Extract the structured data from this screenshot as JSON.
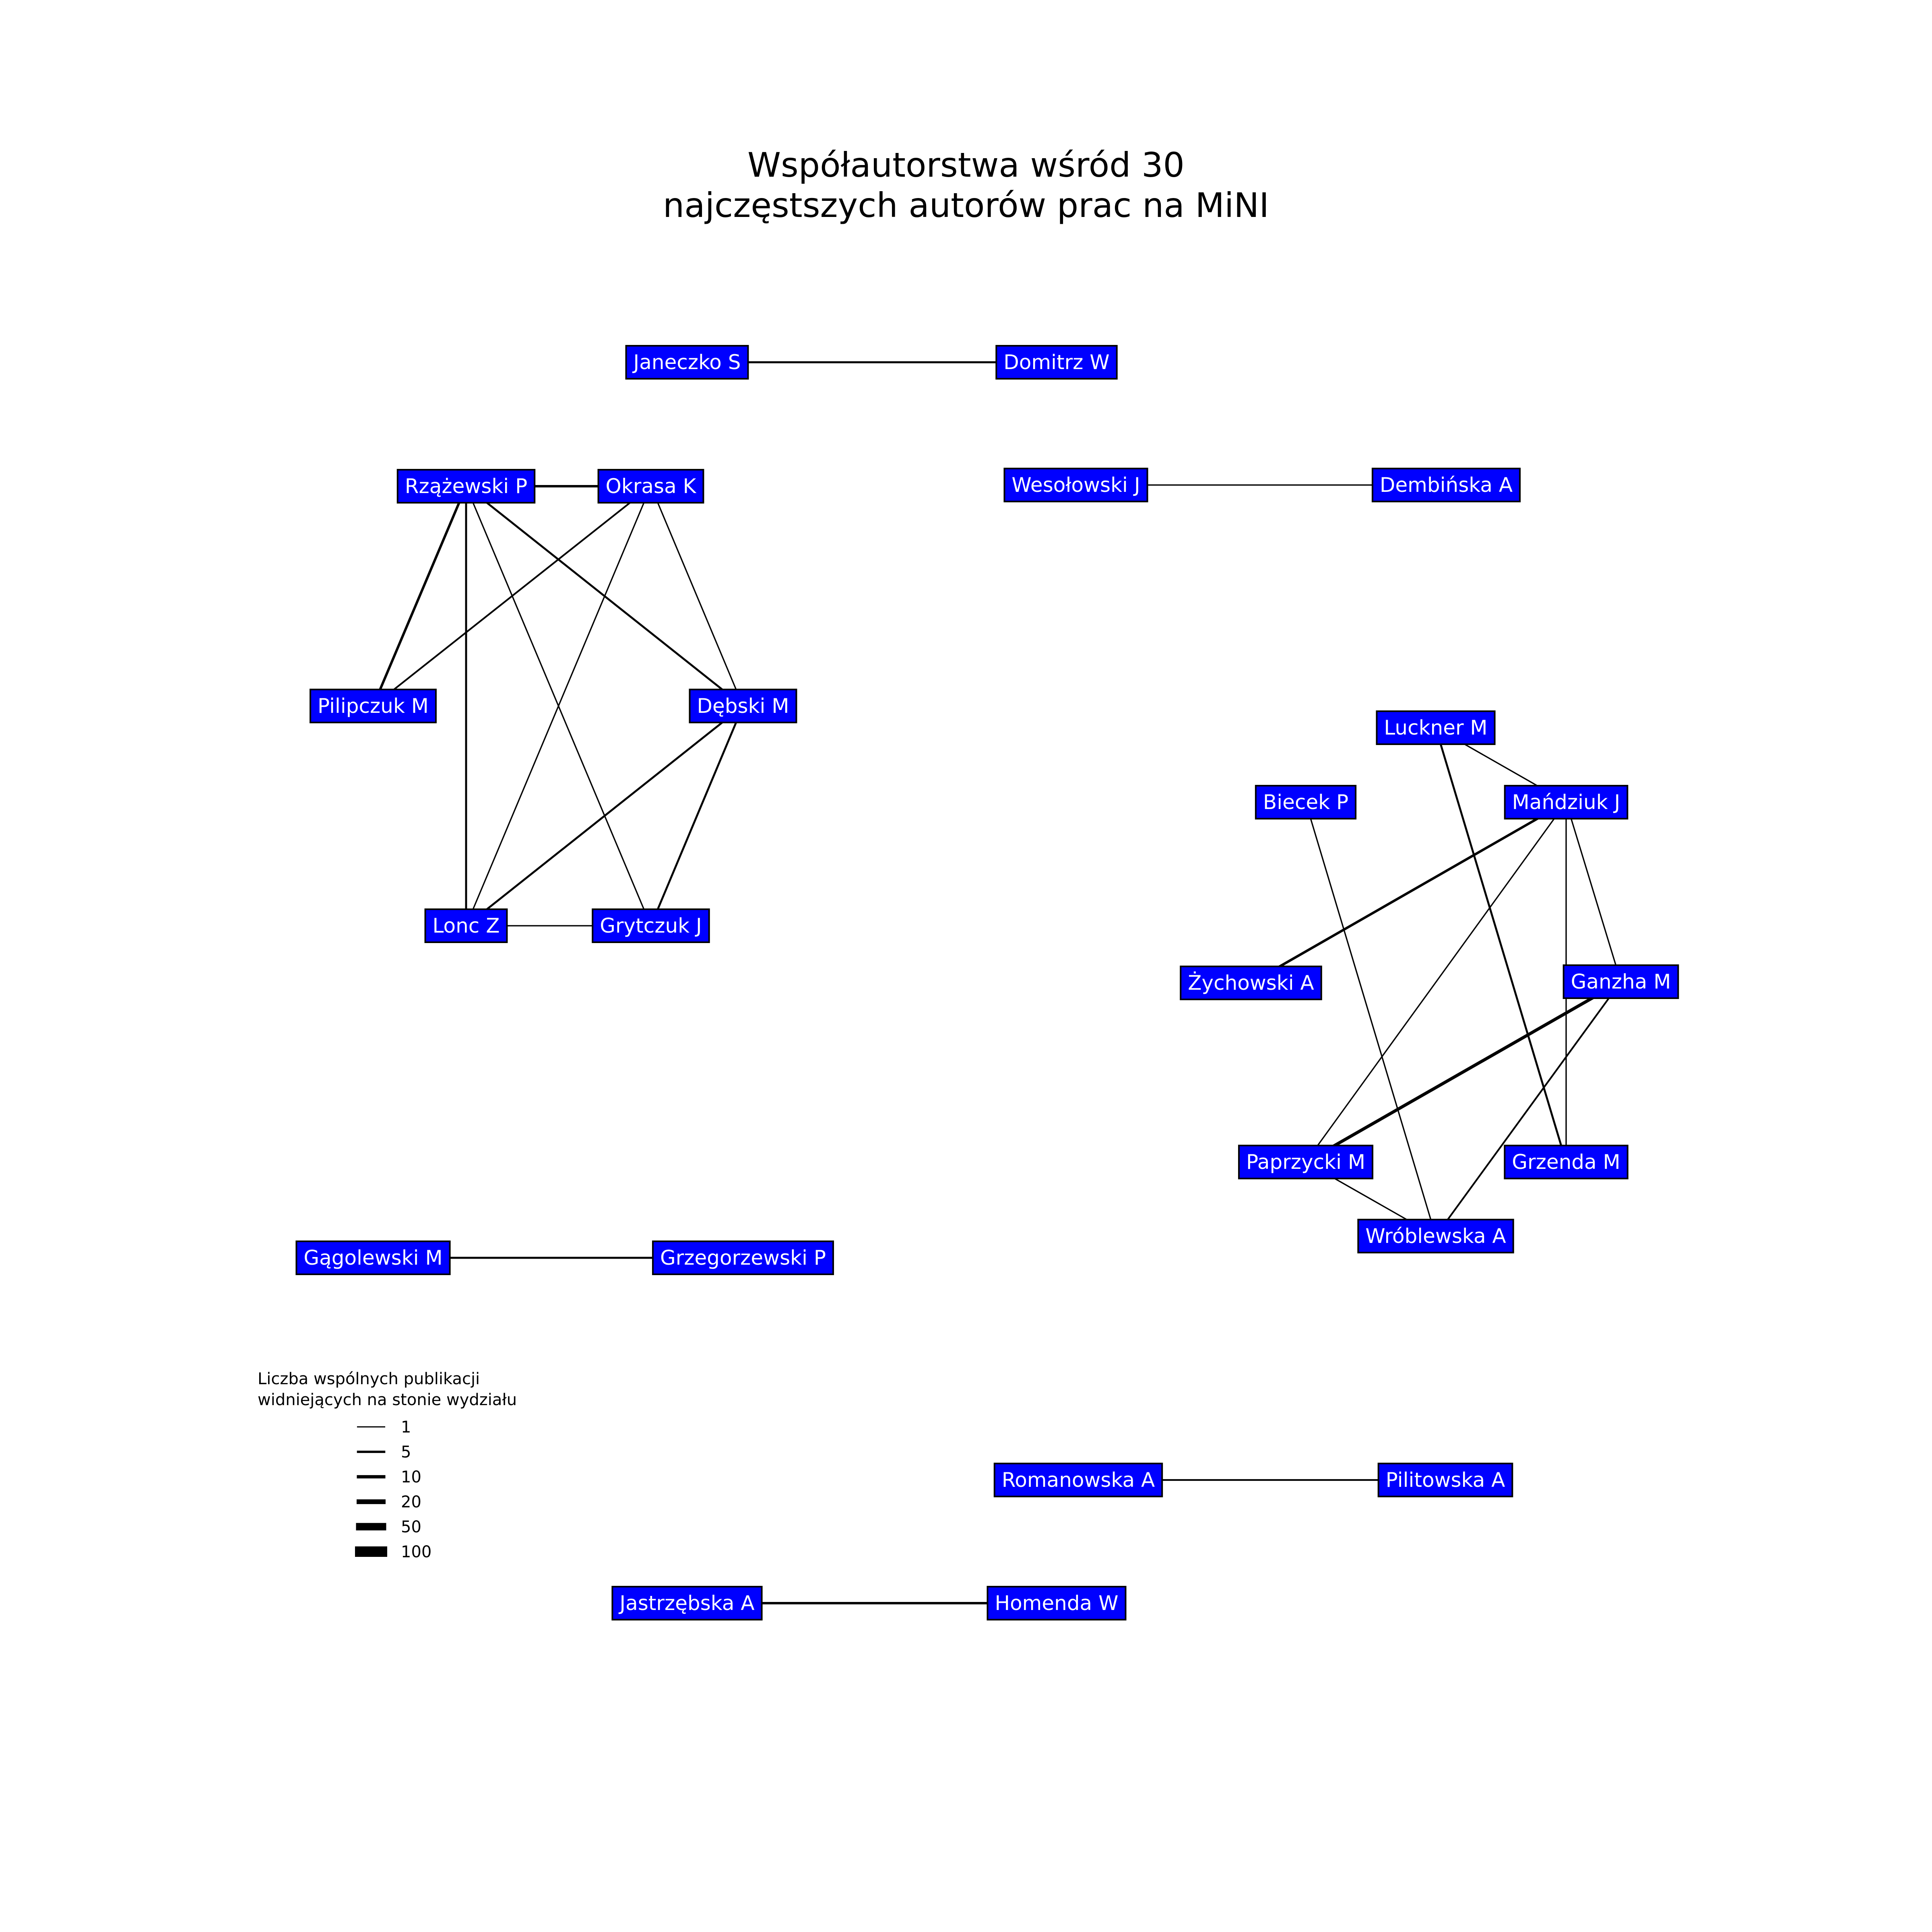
{
  "title": {
    "line1": "Współautorstwa wśród 30",
    "line2": "najczęstszych autorów prac na MiNI"
  },
  "colors": {
    "node_fill": "#0000ff",
    "node_border": "#000000",
    "node_text": "#ffffff",
    "edge": "#000000"
  },
  "legend": {
    "title_line1": "Liczba wspólnych publikacji",
    "title_line2": "widniejących na stonie wydziału",
    "entries": [
      {
        "label": "1",
        "weight": 1
      },
      {
        "label": "5",
        "weight": 5
      },
      {
        "label": "10",
        "weight": 10
      },
      {
        "label": "20",
        "weight": 20
      },
      {
        "label": "50",
        "weight": 50
      },
      {
        "label": "100",
        "weight": 100
      }
    ]
  },
  "nodes": [
    {
      "id": "janeczko",
      "label": "Janeczko S"
    },
    {
      "id": "domitrz",
      "label": "Domitrz W"
    },
    {
      "id": "wesolowski",
      "label": "Wesołowski J"
    },
    {
      "id": "dembinska",
      "label": "Dembińska A"
    },
    {
      "id": "rzazewski",
      "label": "Rzążewski P"
    },
    {
      "id": "okrasa",
      "label": "Okrasa K"
    },
    {
      "id": "pilipczuk",
      "label": "Pilipczuk M"
    },
    {
      "id": "debski",
      "label": "Dębski M"
    },
    {
      "id": "lonc",
      "label": "Lonc Z"
    },
    {
      "id": "grytczuk",
      "label": "Grytczuk J"
    },
    {
      "id": "luckner",
      "label": "Luckner M"
    },
    {
      "id": "biecek",
      "label": "Biecek P"
    },
    {
      "id": "mandziuk",
      "label": "Mańdziuk J"
    },
    {
      "id": "zychowski",
      "label": "Żychowski A"
    },
    {
      "id": "ganzha",
      "label": "Ganzha M"
    },
    {
      "id": "paprzycki",
      "label": "Paprzycki M"
    },
    {
      "id": "grzenda",
      "label": "Grzenda M"
    },
    {
      "id": "wroblewska",
      "label": "Wróblewska A"
    },
    {
      "id": "gagolewski",
      "label": "Gągolewski M"
    },
    {
      "id": "grzegorzewski",
      "label": "Grzegorzewski P"
    },
    {
      "id": "romanowska",
      "label": "Romanowska A"
    },
    {
      "id": "pilitowska",
      "label": "Pilitowska A"
    },
    {
      "id": "jastrzebska",
      "label": "Jastrzębska A"
    },
    {
      "id": "homenda",
      "label": "Homenda W"
    }
  ],
  "edges": [
    {
      "source": "janeczko",
      "target": "domitrz",
      "weight": 5
    },
    {
      "source": "wesolowski",
      "target": "dembinska",
      "weight": 1
    },
    {
      "source": "rzazewski",
      "target": "okrasa",
      "weight": 10
    },
    {
      "source": "rzazewski",
      "target": "pilipczuk",
      "weight": 10
    },
    {
      "source": "rzazewski",
      "target": "lonc",
      "weight": 5
    },
    {
      "source": "rzazewski",
      "target": "grytczuk",
      "weight": 1
    },
    {
      "source": "rzazewski",
      "target": "debski",
      "weight": 5
    },
    {
      "source": "okrasa",
      "target": "pilipczuk",
      "weight": 3
    },
    {
      "source": "okrasa",
      "target": "lonc",
      "weight": 1
    },
    {
      "source": "okrasa",
      "target": "debski",
      "weight": 1
    },
    {
      "source": "debski",
      "target": "lonc",
      "weight": 5
    },
    {
      "source": "debski",
      "target": "grytczuk",
      "weight": 5
    },
    {
      "source": "lonc",
      "target": "grytczuk",
      "weight": 1
    },
    {
      "source": "luckner",
      "target": "mandziuk",
      "weight": 1
    },
    {
      "source": "luckner",
      "target": "grzenda",
      "weight": 5
    },
    {
      "source": "biecek",
      "target": "wroblewska",
      "weight": 1
    },
    {
      "source": "mandziuk",
      "target": "zychowski",
      "weight": 10
    },
    {
      "source": "mandziuk",
      "target": "paprzycki",
      "weight": 1
    },
    {
      "source": "mandziuk",
      "target": "grzenda",
      "weight": 1
    },
    {
      "source": "mandziuk",
      "target": "ganzha",
      "weight": 1
    },
    {
      "source": "ganzha",
      "target": "paprzycki",
      "weight": 20
    },
    {
      "source": "ganzha",
      "target": "wroblewska",
      "weight": 3
    },
    {
      "source": "paprzycki",
      "target": "wroblewska",
      "weight": 1
    },
    {
      "source": "gagolewski",
      "target": "grzegorzewski",
      "weight": 5
    },
    {
      "source": "romanowska",
      "target": "pilitowska",
      "weight": 3
    },
    {
      "source": "jastrzebska",
      "target": "homenda",
      "weight": 10
    }
  ]
}
